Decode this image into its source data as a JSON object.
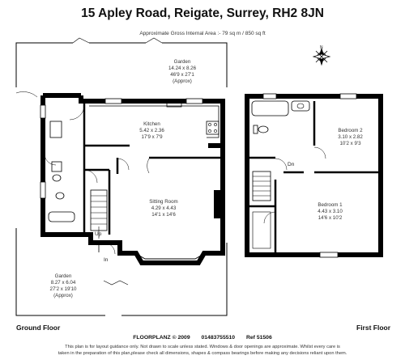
{
  "header": {
    "address": "15 Apley Road, Reigate, Surrey, RH2 8JN",
    "area": "Approximate Gross Internal Area :- 79 sq m / 850 sq ft"
  },
  "rooms": {
    "garden_rear": {
      "name": "Garden",
      "dims_m": "14.24 x 8.26",
      "dims_ft": "46'9 x 27'1",
      "note": "(Approx)"
    },
    "kitchen": {
      "name": "Kitchen",
      "dims_m": "5.42 x 2.36",
      "dims_ft": "17'9 x 7'9"
    },
    "sitting_room": {
      "name": "Sitting Room",
      "dims_m": "4.29 x 4.43",
      "dims_ft": "14'1 x 14'6"
    },
    "garden_front": {
      "name": "Garden",
      "dims_m": "8.27 x 6.04",
      "dims_ft": "27'2 x 19'10",
      "note": "(Approx)"
    },
    "bedroom2": {
      "name": "Bedroom 2",
      "dims_m": "3.10 x 2.82",
      "dims_ft": "10'2 x 9'3"
    },
    "bedroom1": {
      "name": "Bedroom 1",
      "dims_m": "4.43 x 3.10",
      "dims_ft": "14'6 x 10'2"
    }
  },
  "labels": {
    "up": "Up",
    "in": "In",
    "dn": "Dn"
  },
  "floors": {
    "ground": "Ground Floor",
    "first": "First Floor"
  },
  "footer": {
    "brand": "FLOORPLANZ © 2009",
    "phone": "01483755510",
    "ref": "Ref  51506",
    "disclaimer_1": "This plan is for layout guidance only. Not drawn to scale unless stated. Windows & door openings are approximate. Whilst every care is",
    "disclaimer_2": "taken in the preparation of this plan,please check all dimensions, shapes & compass bearings before making any decisions reliant upon them."
  },
  "compass": {
    "label": "N"
  }
}
